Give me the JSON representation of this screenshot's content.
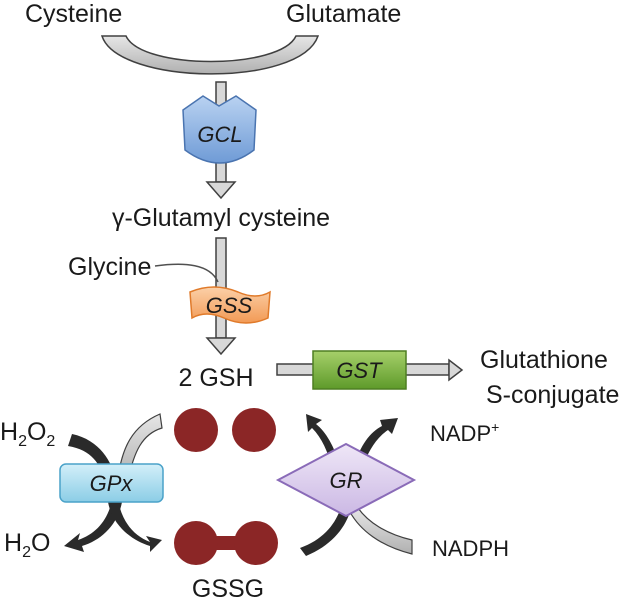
{
  "substrates": {
    "cysteine": "Cysteine",
    "glutamate": "Glutamate"
  },
  "intermediates": {
    "gamma_glutamyl_cysteine": "γ-Glutamyl cysteine",
    "glycine": "Glycine",
    "gsh": "2 GSH",
    "gssg": "GSSG"
  },
  "products": {
    "conjugate_line1": "Glutathione",
    "conjugate_line2": "S-conjugate"
  },
  "cofactors": {
    "h2o2_base": "H",
    "h2o2_sub1": "2",
    "h2o2_mid": "O",
    "h2o2_sub2": "2",
    "h2o_base": "H",
    "h2o_sub": "2",
    "h2o_end": "O",
    "nadp_base": "NADP",
    "nadp_sup": "+",
    "nadph": "NADPH"
  },
  "enzymes": {
    "gcl": "GCL",
    "gss": "GSS",
    "gst": "GST",
    "gpx": "GPx",
    "gr": "GR"
  },
  "colors": {
    "arrow_fill": "#c8c8c8",
    "arrow_stroke": "#404040",
    "gcl": "#8fb4e3",
    "gss": "#f6b27a",
    "gst": "#7fb63e",
    "gpx": "#a9dcef",
    "gr": "#ddd0ee",
    "gr_stroke": "#8a6bb8",
    "molecule": "#8b2626"
  }
}
